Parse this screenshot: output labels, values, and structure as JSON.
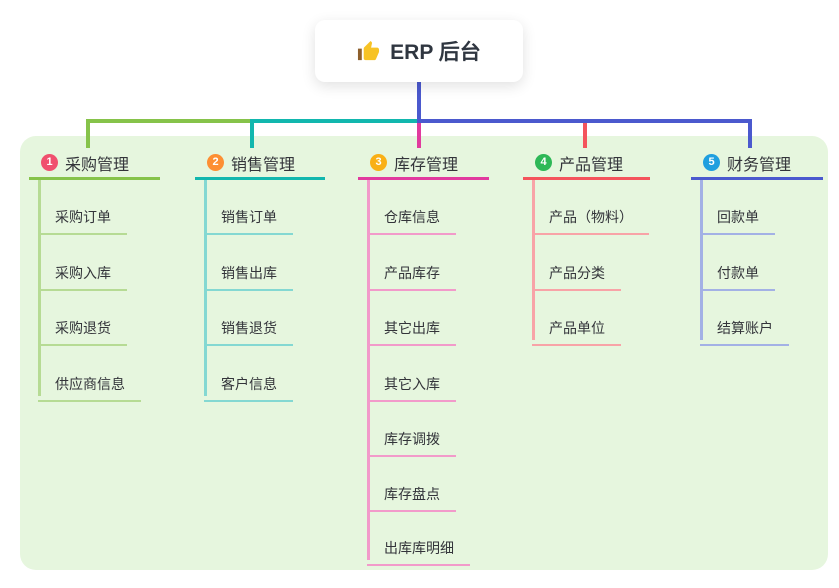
{
  "root": {
    "title": "ERP 后台",
    "icon": "thumbs-up"
  },
  "colors": {
    "panel_background": "#e6f6de",
    "root_connector": "#4b59ce",
    "branch_lines": [
      "#86c34a",
      "#12b7ae",
      "#e13a9e",
      "#f4545c",
      "#4b59ce"
    ],
    "child_lines": [
      "#b6db94",
      "#84d8d2",
      "#f29aca",
      "#f8a3a7",
      "#a3b1e5"
    ],
    "badges": [
      "#f0506e",
      "#fd8f33",
      "#f9b016",
      "#2eb857",
      "#1f9fdf"
    ]
  },
  "branches": [
    {
      "num": "1",
      "label": "采购管理",
      "children": [
        "采购订单",
        "采购入库",
        "采购退货",
        "供应商信息"
      ]
    },
    {
      "num": "2",
      "label": "销售管理",
      "children": [
        "销售订单",
        "销售出库",
        "销售退货",
        "客户信息"
      ]
    },
    {
      "num": "3",
      "label": "库存管理",
      "children": [
        "仓库信息",
        "产品库存",
        "其它出库",
        "其它入库",
        "库存调拨",
        "库存盘点",
        "出库库明细"
      ]
    },
    {
      "num": "4",
      "label": "产品管理",
      "children": [
        "产品（物料）",
        "产品分类",
        "产品单位"
      ]
    },
    {
      "num": "5",
      "label": "财务管理",
      "children": [
        "回款单",
        "付款单",
        "结算账户"
      ]
    }
  ]
}
